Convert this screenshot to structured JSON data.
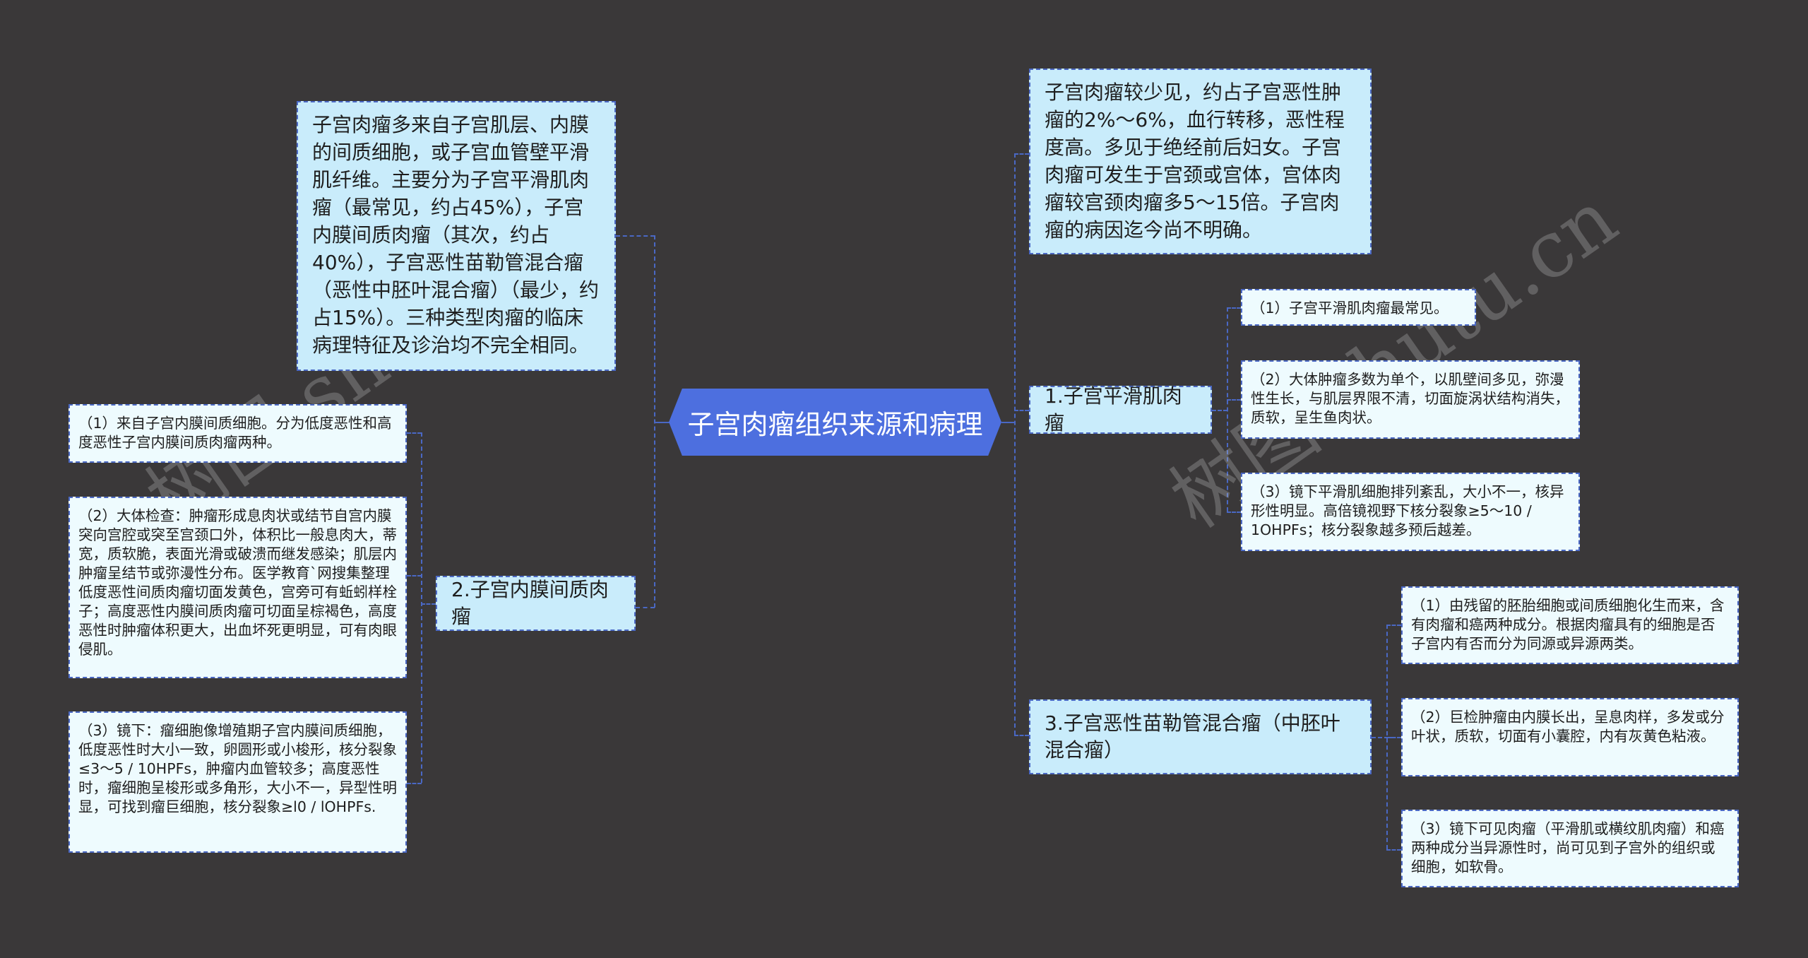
{
  "mindmap": {
    "root": {
      "label": "子宫肉瘤组织来源和病理"
    },
    "left": {
      "description": "子宫肉瘤多来自子宫肌层、内膜的间质细胞，或子宫血管壁平滑肌纤维。主要分为子宫平滑肌肉瘤（最常见，约占45%），子宫内膜间质肉瘤（其次，约占40%），子宫恶性苗勒管混合瘤（恶性中胚叶混合瘤）（最少，约占15%）。三种类型肉瘤的临床病理特征及诊治均不完全相同。",
      "branches": [
        {
          "label": "2.子宫内膜间质肉瘤",
          "children": [
            "（1）来自子宫内膜间质细胞。分为低度恶性和高度恶性子宫内膜间质肉瘤两种。",
            "（2）大体检查：肿瘤形成息肉状或结节自宫内膜突向宫腔或突至宫颈口外，体积比一般息肉大，蒂宽，质软脆，表面光滑或破溃而继发感染；肌层内肿瘤呈结节或弥漫性分布。医学教育`网搜集整理低度恶性间质肉瘤切面发黄色，宫旁可有蚯蚓样栓子；高度恶性内膜间质肉瘤可切面呈棕褐色，高度恶性时肿瘤体积更大，出血坏死更明显，可有肉眼侵肌。",
            "（3）镜下：瘤细胞像增殖期子宫内膜间质细胞，低度恶性时大小一致，卵圆形或小梭形，核分裂象≤3～5 / 10HPFs，肿瘤内血管较多；高度恶性时，瘤细胞呈梭形或多角形，大小不一，异型性明显，可找到瘤巨细胞，核分裂象≥l0 / lOHPFs."
          ]
        }
      ]
    },
    "right": {
      "description": "子宫肉瘤较少见，约占子宫恶性肿瘤的2%～6%，血行转移，恶性程度高。多见于绝经前后妇女。子宫肉瘤可发生于宫颈或宫体，宫体肉瘤较宫颈肉瘤多5～15倍。子宫肉瘤的病因迄今尚不明确。",
      "branches": [
        {
          "label": "1.子宫平滑肌肉瘤",
          "children": [
            "（1）子宫平滑肌肉瘤最常见。",
            "（2）大体肿瘤多数为单个，以肌壁间多见，弥漫性生长，与肌层界限不清，切面旋涡状结构消失，质软，呈生鱼肉状。",
            "（3）镜下平滑肌细胞排列紊乱，大小不一，核异形性明显。高倍镜视野下核分裂象≥5～10 / 1OHPFs；核分裂象越多预后越差。"
          ]
        },
        {
          "label": "3.子宫恶性苗勒管混合瘤（中胚叶混合瘤）",
          "children": [
            "（1）由残留的胚胎细胞或间质细胞化生而来，含有肉瘤和癌两种成分。根据肉瘤具有的细胞是否子宫内有否而分为同源或异源两类。",
            "（2）巨检肿瘤由内膜长出，呈息肉样，多发或分叶状，质软，切面有小囊腔，内有灰黄色粘液。",
            "（3）镜下可见肉瘤（平滑肌或横纹肌肉瘤）和癌两种成分当异源性时，尚可见到子宫外的组织或细胞，如软骨。"
          ]
        }
      ]
    },
    "watermark": {
      "left": "树图 shutu.cn",
      "right": "树图 shutu.cn"
    },
    "colors": {
      "background": "#3a3839",
      "root": "#4d6fdf",
      "branch_fill": "#c9ecfb",
      "leaf_fill": "#eefbfe",
      "connector": "#4a68c4"
    }
  }
}
